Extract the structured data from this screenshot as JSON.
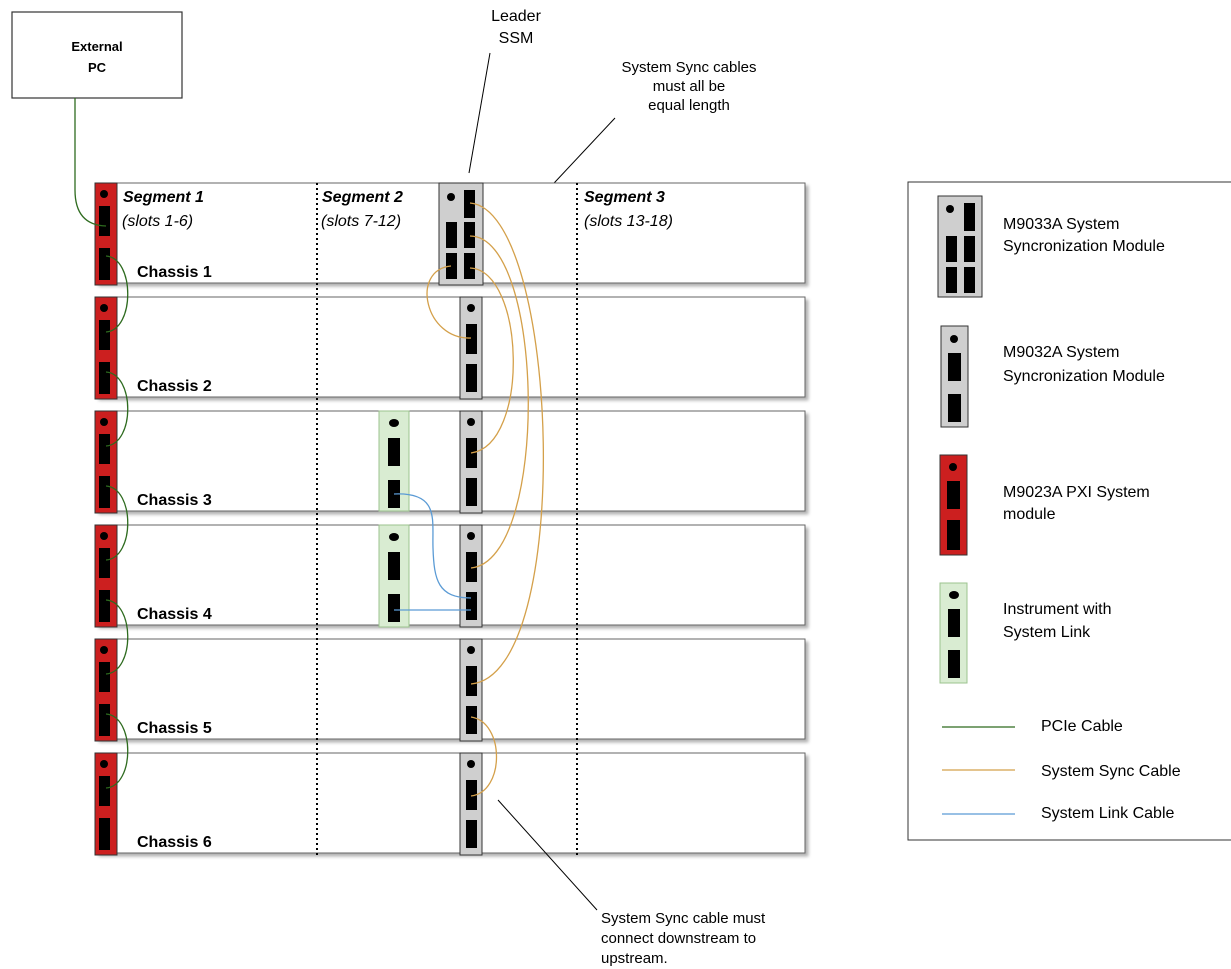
{
  "external_pc": {
    "line1": "External",
    "line2": "PC"
  },
  "leader": {
    "line1": "Leader",
    "line2": "SSM"
  },
  "notes": {
    "equal_length": [
      "System Sync cables",
      "must all be",
      "equal length"
    ],
    "downstream": [
      "System Sync cable must",
      "connect downstream to",
      "upstream."
    ]
  },
  "segments": [
    {
      "title": "Segment 1",
      "slots": "(slots 1-6)"
    },
    {
      "title": "Segment 2",
      "slots": "(slots 7-12)"
    },
    {
      "title": "Segment 3",
      "slots": "(slots 13-18)"
    }
  ],
  "chassis": [
    "Chassis 1",
    "Chassis 2",
    "Chassis 3",
    "Chassis 4",
    "Chassis 5",
    "Chassis 6"
  ],
  "legend": {
    "m9033a": [
      "M9033A System",
      "Syncronization Module"
    ],
    "m9032a": [
      "M9032A System",
      "Syncronization Module"
    ],
    "m9023a": [
      "M9023A PXI System",
      "module"
    ],
    "instrument": [
      "Instrument with",
      "System Link"
    ],
    "pcie": "PCIe Cable",
    "sync": "System Sync Cable",
    "link": "System Link Cable"
  },
  "colors": {
    "pcie": "#2e6b1f",
    "sync": "#d4a04a",
    "link": "#5b9bd5",
    "pxi_module": "#cc1f1f",
    "ssm_module": "#cfcfcf",
    "instrument": "#d9ecd2"
  }
}
